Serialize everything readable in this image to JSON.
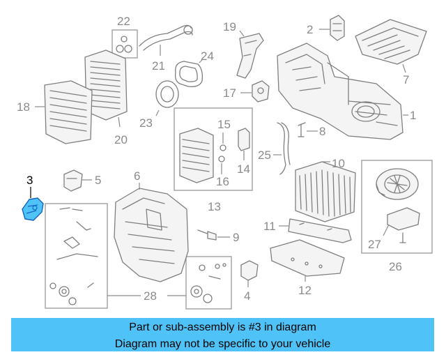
{
  "callouts": {
    "c1": "1",
    "c2": "2",
    "c3": "3",
    "c4": "4",
    "c5": "5",
    "c6": "6",
    "c7": "7",
    "c8": "8",
    "c9": "9",
    "c10": "10",
    "c11": "11",
    "c12": "12",
    "c13": "13",
    "c14": "14",
    "c15": "15",
    "c16": "16",
    "c17": "17",
    "c18": "18",
    "c19": "19",
    "c20": "20",
    "c21": "21",
    "c22": "22",
    "c23": "23",
    "c24": "24",
    "c25": "25",
    "c26": "26",
    "c27": "27",
    "c28": "28"
  },
  "highlight": {
    "part_number": "3",
    "color": "#4fc3f7"
  },
  "banner": {
    "line1": "Part or sub-assembly is #3 in diagram",
    "line2": "Diagram may not be specific to your vehicle",
    "background": "#4fc3f7"
  }
}
